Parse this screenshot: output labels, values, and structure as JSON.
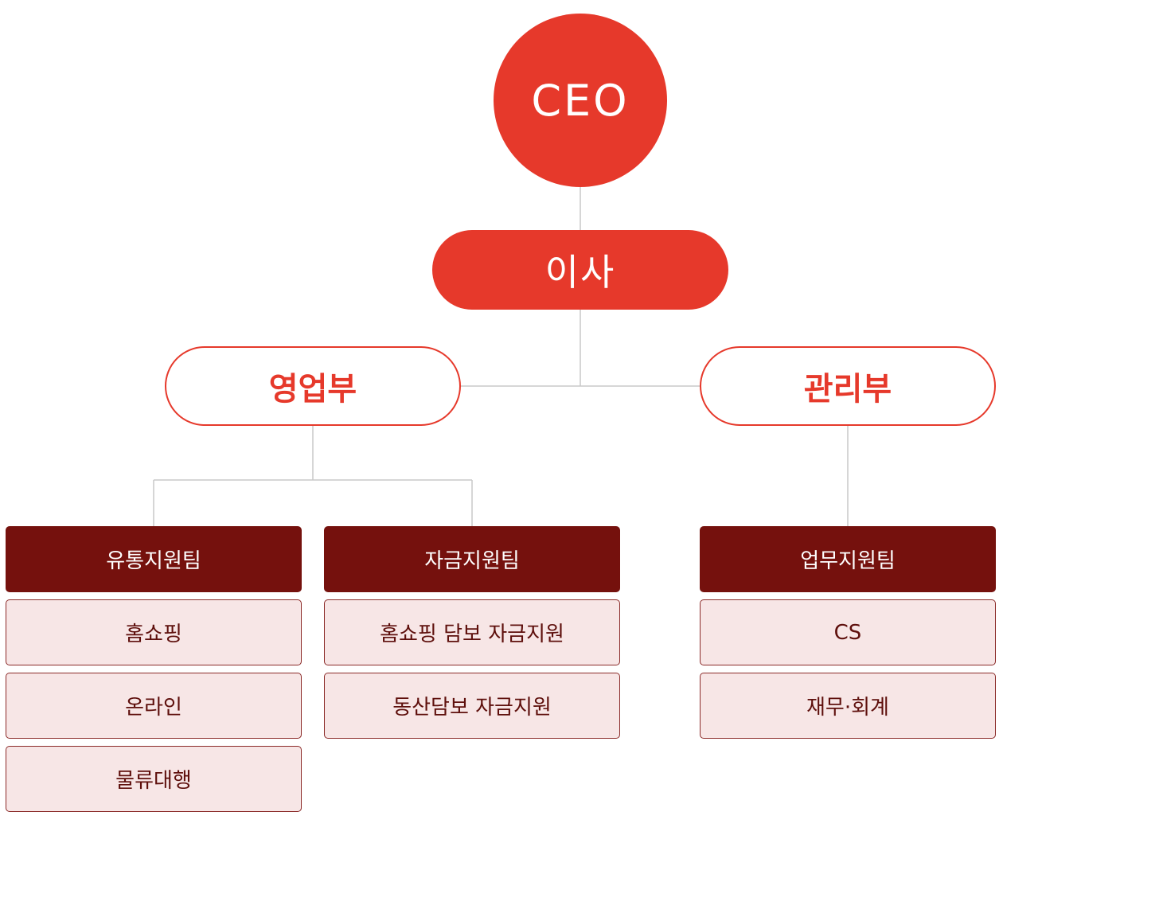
{
  "colors": {
    "accent": "#e6392b",
    "team": "#75110d",
    "item_bg": "#f7e6e6",
    "item_text": "#5e0f0c",
    "line": "#c8c8c8"
  },
  "ceo": "CEO",
  "director": "이사",
  "departments": [
    {
      "name": "영업부",
      "teams": [
        {
          "name": "유통지원팀",
          "items": [
            "홈쇼핑",
            "온라인",
            "물류대행"
          ]
        },
        {
          "name": "자금지원팀",
          "items": [
            "홈쇼핑 담보 자금지원",
            "동산담보 자금지원"
          ]
        }
      ]
    },
    {
      "name": "관리부",
      "teams": [
        {
          "name": "업무지원팀",
          "items": [
            "CS",
            "재무·회계"
          ]
        }
      ]
    }
  ]
}
